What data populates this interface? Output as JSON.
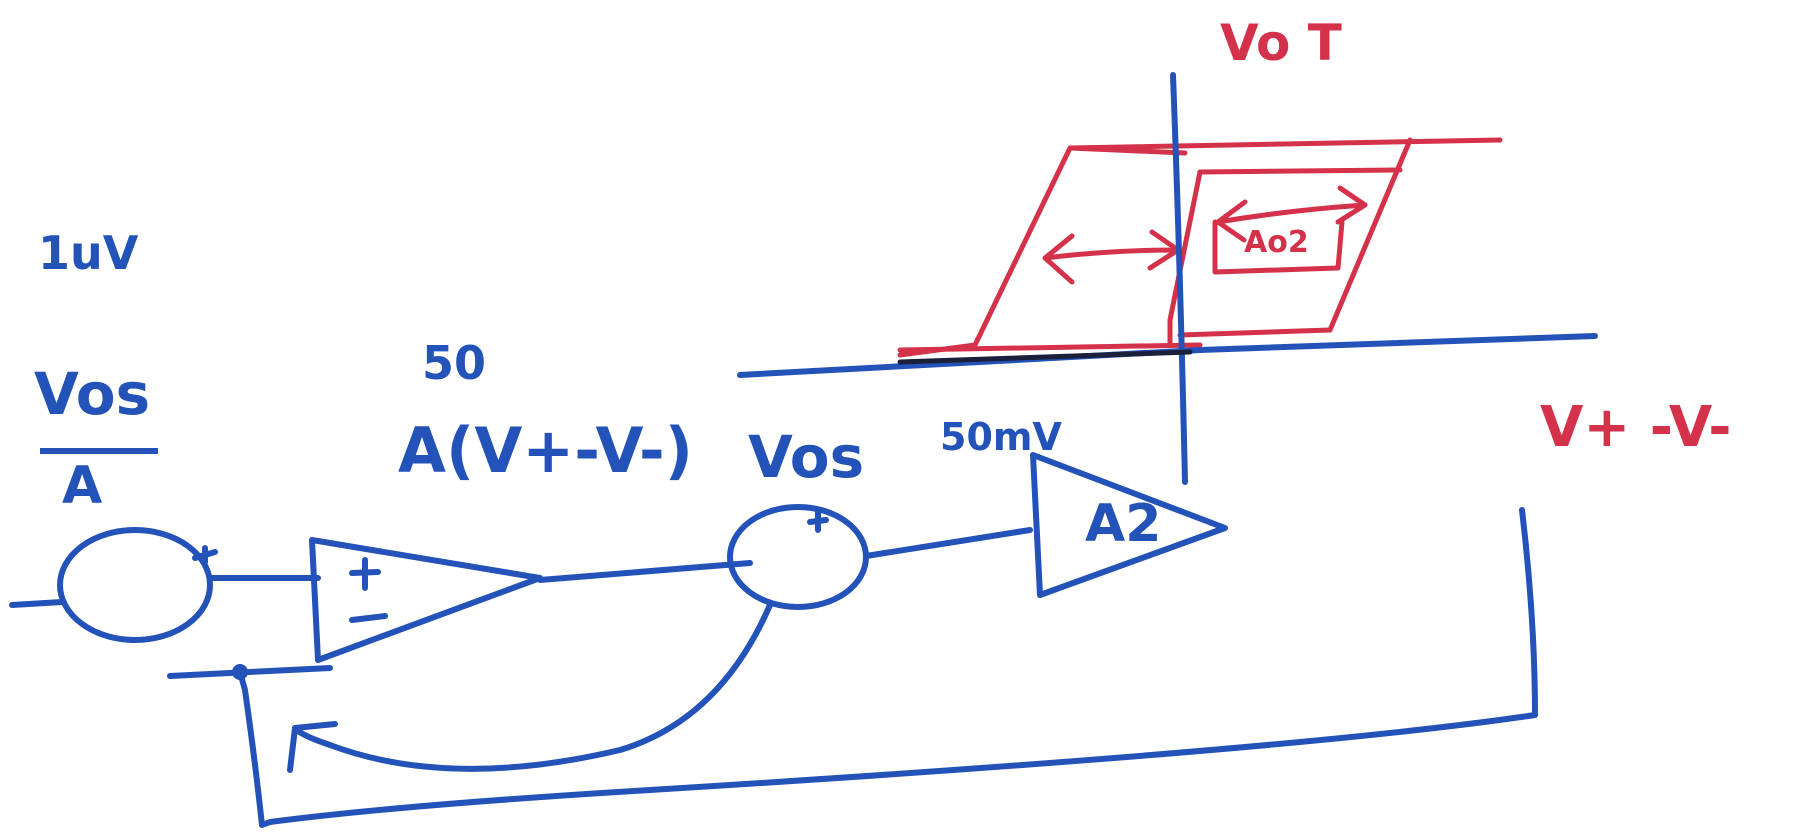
{
  "colors": {
    "ink_blue": "#2352b8",
    "ink_red": "#d4314a",
    "ink_dark": "#1a1f3a"
  },
  "labels": {
    "top_red": "Vo T",
    "left_small": "1uV",
    "vos_over_a_num": "Vos",
    "vos_over_a_den": "A",
    "gain_50": "50",
    "gain_expr": "A(V+-V-)",
    "vos_mid": "Vos",
    "mv_50": "50mV",
    "a2_label": "A2",
    "hyst_label": "Ao2",
    "right_red": "V+ -V-"
  }
}
